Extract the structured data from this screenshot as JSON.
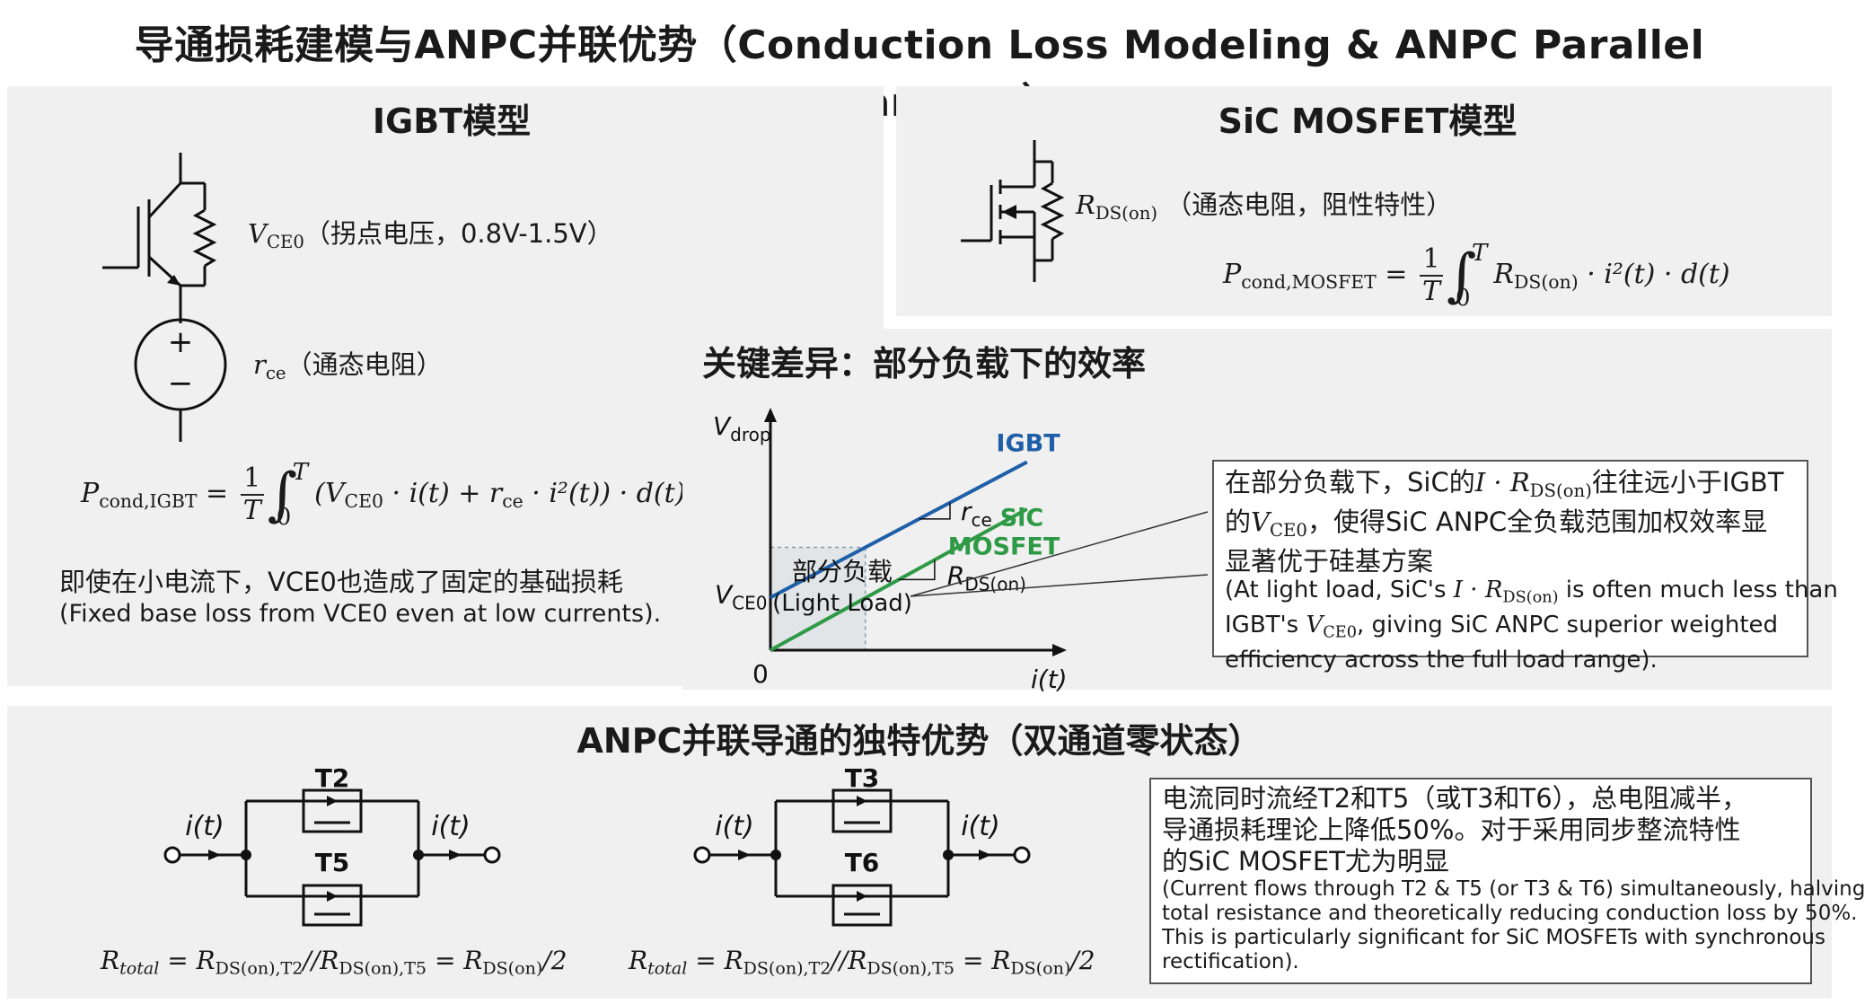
{
  "title": "导通损耗建模与ANPC并联优势（Conduction Loss Modeling & ANPC Parallel Advantage）",
  "igbt": {
    "title": "IGBT模型",
    "vce0_sym": "V",
    "vce0_sub": "CE0",
    "vce0_desc": "（拐点电压，0.8V-1.5V）",
    "rce_sym": "r",
    "rce_sub": "ce",
    "rce_desc": "（通态电阻）",
    "src_plus": "+",
    "src_minus": "−",
    "note_cn": "即使在小电流下，VCE0也造成了固定的基础损耗",
    "note_en": "(Fixed base loss from VCE0 even at low currents)."
  },
  "sic": {
    "title": "SiC MOSFET模型",
    "rds_sym": "R",
    "rds_sub": "DS(on)",
    "rds_desc": "（通态电阻，阻性特性）"
  },
  "key": {
    "title": "关键差异：部分负载下的效率",
    "box_cn": [
      "在部分负载下，SiC的",
      "往往远小于IGBT",
      "的",
      "，使得SiC ANPC全负载范围加权效率显",
      "显著优于硅基方案"
    ],
    "box_en": [
      "(At light load, SiC's",
      "is often much less than",
      "IGBT's",
      ", giving SiC ANPC superior weighted",
      "efficiency across the full load range)."
    ]
  },
  "chart_data": {
    "type": "line",
    "ylabel_sym": "V",
    "ylabel_sub": "drop",
    "xlabel": "i(t)",
    "origin": "0",
    "y_intercept_sym": "V",
    "y_intercept_sub": "CE0",
    "series": [
      {
        "name": "IGBT",
        "color": "#1f5fa8",
        "x": [
          0,
          1
        ],
        "y": [
          0.28,
          1.0
        ]
      },
      {
        "name": "SiC MOSFET",
        "name_lines": [
          "SiC",
          "MOSFET"
        ],
        "color": "#2e9a46",
        "x": [
          0,
          1
        ],
        "y": [
          0.0,
          0.75
        ]
      }
    ],
    "igbt_slope_sym": "r",
    "igbt_slope_sub": "ce",
    "sic_slope_sym": "R",
    "sic_slope_sub": "DS(on)",
    "region_label": [
      "部分负载",
      "(Light Load)"
    ],
    "region_x_max": 0.37,
    "xlim": [
      0,
      1.05
    ],
    "ylim": [
      0,
      1.05
    ]
  },
  "anpc": {
    "title": "ANPC并联导通的独特优势（双通道零状态）",
    "circuit1": {
      "top": "T2",
      "bottom": "T5",
      "in": "i(t)",
      "out": "i(t)"
    },
    "circuit2": {
      "top": "T3",
      "bottom": "T6",
      "in": "i(t)",
      "out": "i(t)"
    },
    "box_cn": [
      "电流同时流经T2和T5（或T3和T6），总电阻减半，",
      "导通损耗理论上降低50%。对于采用同步整流特性",
      "的SiC MOSFET尤为明显"
    ],
    "box_en": [
      "(Current flows through T2 & T5 (or T3 & T6) simultaneously, halving",
      "total resistance and theoretically reducing conduction loss by 50%.",
      "This is particularly significant for SiC MOSFETs with synchronous",
      "rectification)."
    ]
  },
  "formula_text": {
    "p": "P",
    "cond_igbt": "cond,IGBT",
    "cond_mos": "cond,MOSFET",
    "eq": "=",
    "one": "1",
    "T": "T",
    "zero": "0",
    "igbt_rhs": "(V",
    "igbt_rhs_sub": "CE0",
    "igbt_rhs2": " · i(t) + r",
    "igbt_rhs2_sub": "ce",
    "igbt_rhs3": " · i²(t)) · d(t)",
    "mos_rhs": "R",
    "mos_rhs_sub": "DS(on)",
    "mos_rhs2": " · i²(t) · d(t)",
    "rtotal_text": "R",
    "rtotal_sub": "total",
    "rtotal_rhs": "= R",
    "rtotal_rhs_sub1a": "DS(on),T2",
    "rtotal_mid": "//R",
    "rtotal_rhs_sub1b": "DS(on),T5",
    "rtotal_end": "= R",
    "rtotal_end_sub": "DS(on)",
    "rtotal_div": "/2",
    "cn_i_sym": "I · R",
    "cn_i_sub": "DS(on)"
  },
  "colors": {
    "igbt": "#1f5fa8",
    "sic": "#2e9a46",
    "panel": "#f0f0f0"
  }
}
